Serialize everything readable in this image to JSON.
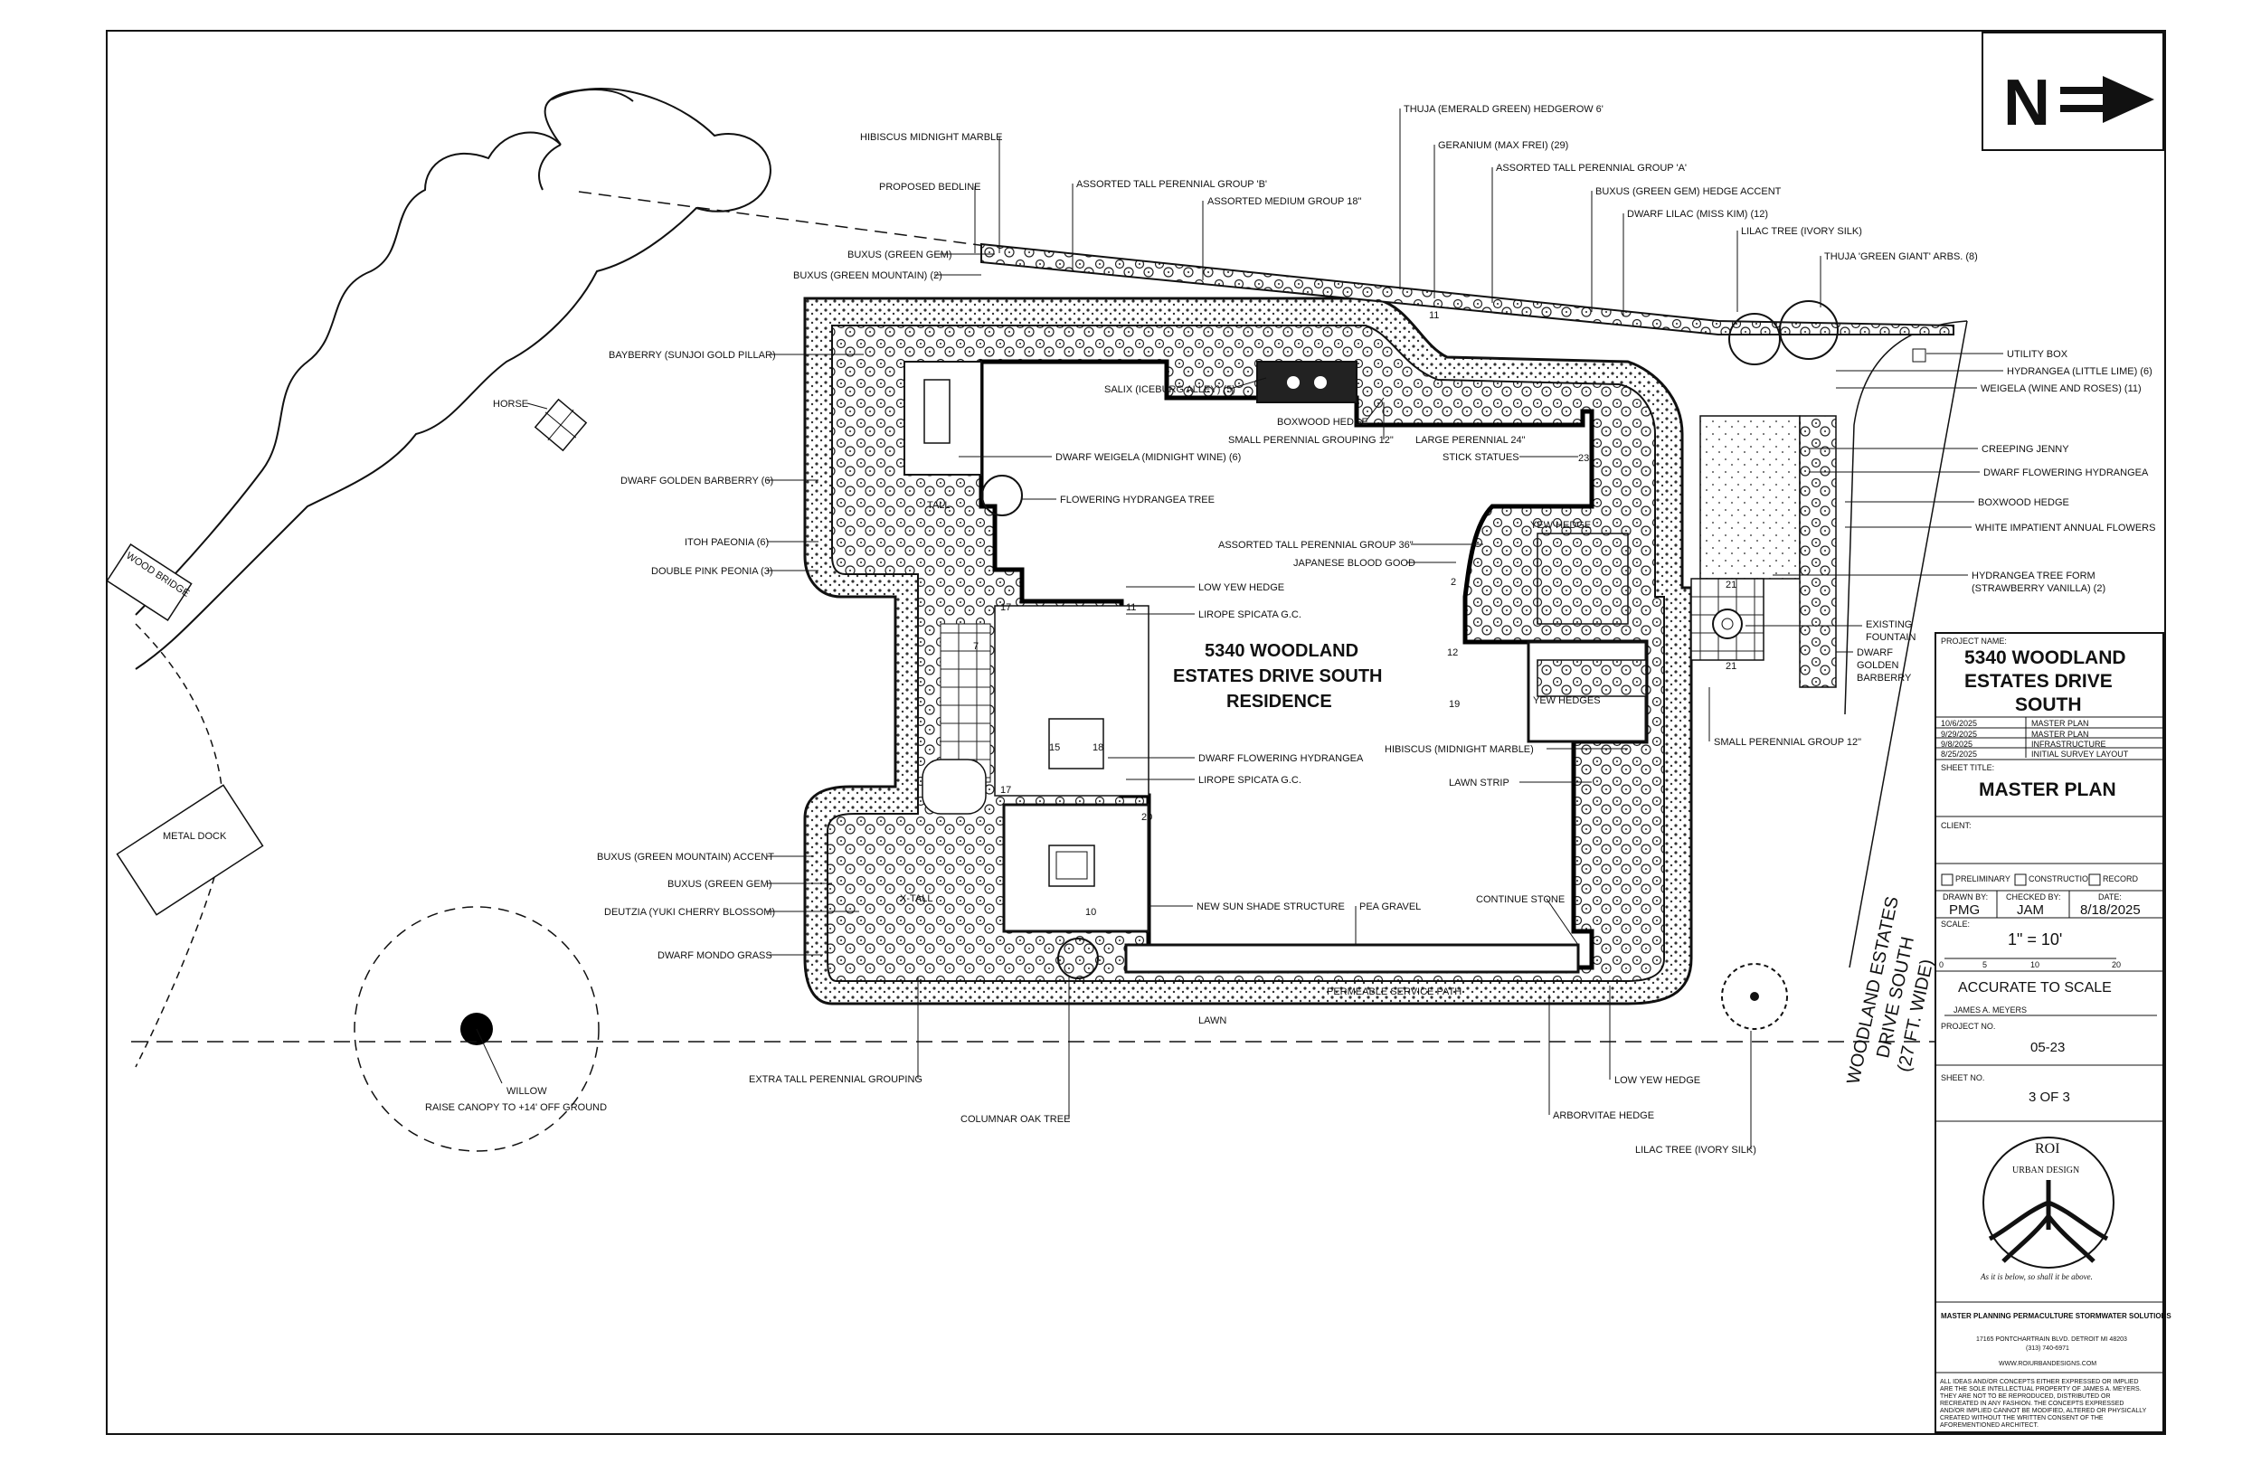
{
  "north_label": "N",
  "residence": [
    "5340 WOODLAND",
    "ESTATES DRIVE SOUTH",
    "RESIDENCE"
  ],
  "street": [
    "WOODLAND ESTATES",
    "DRIVE SOUTH",
    "(27 FT. WIDE)"
  ],
  "plan_labels": {
    "hibiscus_midnight_marble": "HIBISCUS MIDNIGHT MARBLE",
    "proposed_bedline": "PROPOSED BEDLINE",
    "buxus_green_gem_top": "BUXUS (GREEN GEM)",
    "buxus_green_mountain_2": "BUXUS (GREEN MOUNTAIN) (2)",
    "bayberry": "BAYBERRY (SUNJOI GOLD PILLAR)",
    "horse": "HORSE",
    "dwarf_golden_barberry_6": "DWARF GOLDEN BARBERRY (6)",
    "itoh_paeonia": "ITOH PAEONIA (6)",
    "double_pink_peonia": "DOUBLE PINK PEONIA (3)",
    "wood_bridge": "WOOD BRIDGE",
    "metal_dock": "METAL DOCK",
    "buxus_green_mountain_accent": "BUXUS (GREEN MOUNTAIN) ACCENT",
    "buxus_green_gem_bottom": "BUXUS (GREEN GEM)",
    "deutzia": "DEUTZIA (YUKI CHERRY BLOSSOM)",
    "dwarf_mondo_grass": "DWARF MONDO GRASS",
    "willow": "WILLOW",
    "raise_canopy": "RAISE CANOPY TO +14' OFF GROUND",
    "extra_tall_perennial": "EXTRA TALL PERENNIAL GROUPING",
    "columnar_oak": "COLUMNAR OAK TREE",
    "lawn": "LAWN",
    "permeable_path": "PERMEABLE SERVICE PATH",
    "assorted_tall_b": "ASSORTED TALL PERENNIAL GROUP 'B'",
    "assorted_medium_18": "ASSORTED MEDIUM GROUP 18\"",
    "thuja_emerald": "THUJA (EMERALD GREEN) HEDGEROW  6'",
    "geranium": "GERANIUM (MAX FREI) (29)",
    "assorted_tall_a": "ASSORTED TALL PERENNIAL GROUP 'A'",
    "buxus_hedge_accent": "BUXUS (GREEN GEM) HEDGE ACCENT",
    "dwarf_lilac": "DWARF LILAC (MISS KIM) (12)",
    "lilac_tree_top": "LILAC TREE (IVORY SILK)",
    "thuja_green_giant": "THUJA 'GREEN GIANT' ARBS. (8)",
    "utility_box": "UTILITY BOX",
    "hydrangea_little_lime": "HYDRANGEA (LITTLE LIME) (6)",
    "weigela_wine_roses": "WEIGELA (WINE AND ROSES) (11)",
    "creeping_jenny": "CREEPING JENNY",
    "dwarf_flowering_hydrangea_r": "DWARF FLOWERING HYDRANGEA",
    "boxwood_hedge_r": "BOXWOOD HEDGE",
    "white_impatient": "WHITE IMPATIENT ANNUAL FLOWERS",
    "hydrangea_tree_form": "HYDRANGEA TREE FORM",
    "strawberry_vanilla": "(STRAWBERRY VANILLA) (2)",
    "existing_fountain_1": "EXISTING",
    "existing_fountain_2": "FOUNTAIN",
    "dwarf_golden_barberry_r": [
      "DWARF",
      "GOLDEN",
      "BARBERRY"
    ],
    "small_perennial_12_r": "SMALL PERENNIAL GROUP  12\"",
    "salix": "SALIX (ICEBURG ALLEY) (5)",
    "boxwood_hedge_c": "BOXWOOD HEDGE",
    "small_perennial_grouping": "SMALL PERENNIAL GROUPING 12\"",
    "large_perennial": "LARGE PERENNIAL 24\"",
    "stick_statues": "STICK STATUES",
    "dwarf_weigela": "DWARF WEIGELA (MIDNIGHT WINE) (6)",
    "flowering_hydrangea_tree": "FLOWERING HYDRANGEA TREE",
    "yew_hedge": "YEW HEDGE",
    "assorted_tall_36": "ASSORTED TALL PERENNIAL GROUP  36\"",
    "japanese_blood_good": "JAPANESE BLOOD GOOD",
    "low_yew_hedge_c": "LOW YEW HEDGE",
    "lirope_top": "LIROPE SPICATA G.C.",
    "dwarf_flowering_hydrangea_c": "DWARF FLOWERING HYDRANGEA",
    "lirope_bottom": "LIROPE SPICATA G.C.",
    "yew_hedges": "YEW HEDGES",
    "hibiscus_midnight_marble_c": "HIBISCUS (MIDNIGHT MARBLE)",
    "lawn_strip": "LAWN STRIP",
    "new_sun_shade": "NEW SUN SHADE STRUCTURE",
    "pea_gravel": "PEA GRAVEL",
    "continue_stone": "CONTINUE STONE",
    "low_yew_hedge_b": "LOW YEW HEDGE",
    "arborvitae_hedge": "ARBORVITAE HEDGE",
    "lilac_tree_bottom": "LILAC TREE (IVORY SILK)",
    "tall": "TALL",
    "x_tall": "X-TALL"
  },
  "plan_numbers": {
    "n11a": "11",
    "n11b": "11",
    "n21a": "21",
    "n21b": "21",
    "n23": "23",
    "n7": "7",
    "n15": "15",
    "n18": "18",
    "n17a": "17",
    "n17b": "17",
    "n20": "20",
    "n10": "10",
    "n12": "12",
    "n19": "19",
    "n2": "2"
  },
  "title_block": {
    "project_name_label": "PROJECT NAME:",
    "project_name": [
      "5340 WOODLAND",
      "ESTATES DRIVE",
      "SOUTH"
    ],
    "revisions": [
      {
        "date": "10/6/2025",
        "desc": "MASTER PLAN"
      },
      {
        "date": "9/29/2025",
        "desc": "MASTER PLAN"
      },
      {
        "date": "9/8/2025",
        "desc": "INFRASTRUCTURE"
      },
      {
        "date": "8/25/2025",
        "desc": "INITIAL SURVEY LAYOUT"
      }
    ],
    "sheet_title_label": "SHEET TITLE:",
    "sheet_title": "MASTER PLAN",
    "client_label": "CLIENT:",
    "status_options": [
      "PRELIMINARY",
      "CONSTRUCTION",
      "RECORD"
    ],
    "drawn_by_label": "DRAWN BY:",
    "checked_by_label": "CHECKED BY:",
    "date_label": "DATE:",
    "drawn_by": "PMG",
    "checked_by": "JAM",
    "date": "8/18/2025",
    "scale_label": "SCALE:",
    "scale": "1\" = 10'",
    "scale_ticks": [
      "0",
      "5",
      "10",
      "20"
    ],
    "accurate": "ACCURATE TO SCALE",
    "signer": "JAMES A. MEYERS",
    "project_no_label": "PROJECT NO.",
    "project_no": "05-23",
    "sheet_no_label": "SHEET NO.",
    "sheet_no": "3 OF 3",
    "logo_top": "ROI",
    "logo_sub": "URBAN DESIGN",
    "logo_motto": "As it is below, so shall it be above.",
    "tagline": "MASTER PLANNING  PERMACULTURE  STORMWATER SOLUTIONS",
    "address": "17165 PONTCHARTRAIN BLVD.  DETROIT MI 48203",
    "phone": "(313)  740-6971",
    "website": "WWW.ROIURBANDESIGNS.COM",
    "disclaimer": [
      "ALL IDEAS AND/OR CONCEPTS EITHER EXPRESSED OR IMPLIED",
      "ARE THE SOLE INTELLECTUAL PROPERTY OF JAMES A. MEYERS.",
      "THEY ARE NOT TO BE REPRODUCED, DISTRIBUTED OR",
      "RECREATED IN ANY FASHION. THE CONCEPTS EXPRESSED",
      "AND/OR IMPLIED CANNOT BE MODIFIED, ALTERED OR PHYSICALLY",
      "CREATED WITHOUT THE WRITTEN CONSENT OF THE",
      "AFOREMENTIONED ARCHITECT."
    ]
  }
}
